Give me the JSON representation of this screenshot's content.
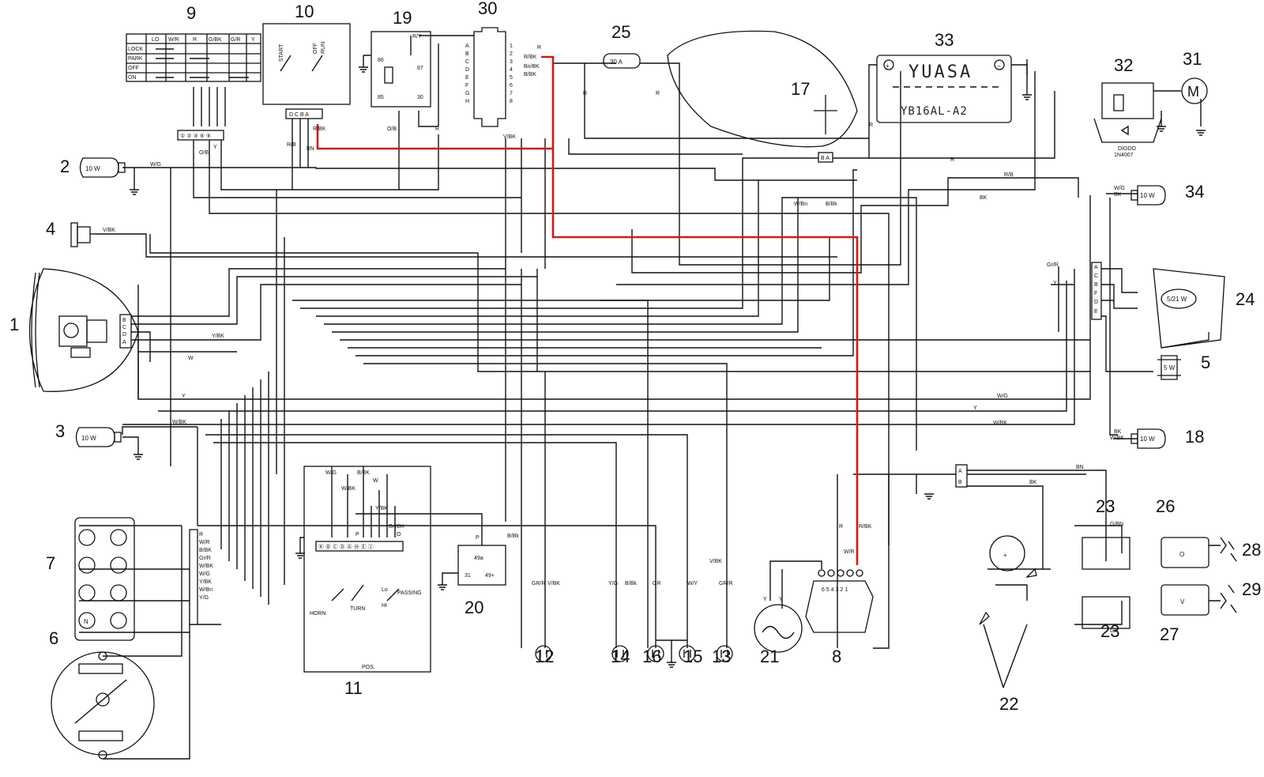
{
  "components": {
    "c1": "1",
    "c2": "2",
    "c3": "3",
    "c4": "4",
    "c5": "5",
    "c6": "6",
    "c7": "7",
    "c8": "8",
    "c9": "9",
    "c10": "10",
    "c11": "11",
    "c12": "12",
    "c13": "13",
    "c14": "14",
    "c15": "15",
    "c16": "16",
    "c17": "17",
    "c18": "18",
    "c19": "19",
    "c20": "20",
    "c21": "21",
    "c22": "22",
    "c23a": "23",
    "c23b": "23",
    "c24": "24",
    "c25": "25",
    "c26": "26",
    "c27": "27",
    "c28": "28",
    "c29": "29",
    "c30": "30",
    "c31": "31",
    "c32": "32",
    "c33": "33",
    "c34": "34"
  },
  "bulbs": {
    "b2": "10 W",
    "b3": "10 W",
    "b34": "10 W",
    "b18": "10 W",
    "b24": "5/21 W",
    "b5": "5 W"
  },
  "fuse": "30 A",
  "battery": {
    "brand": "YUASA",
    "model": "YB16AL-A2"
  },
  "relay32": {
    "diode": "DIODO",
    "diode_part": "1N4007"
  },
  "switch9": {
    "cols": [
      "LO",
      "W/R",
      "R",
      "G/BK",
      "G/R",
      "Y"
    ],
    "rows": [
      "LOCK",
      "PARK",
      "OFF",
      "ON"
    ]
  },
  "switch10": {
    "start": "START",
    "off": "OFF",
    "run": "RUN"
  },
  "relay19": {
    "pins": [
      "86",
      "87",
      "85",
      "30"
    ]
  },
  "flasher20": {
    "pins": [
      "31",
      "49a",
      "49+"
    ]
  },
  "switch11": {
    "horn": "HORN",
    "turn": "TURN",
    "passing": "PASSING",
    "pos": "POS.",
    "lo": "Lo",
    "hi": "HI"
  },
  "wires": {
    "w_ry": "R/Y",
    "w_r": "R",
    "w_rbk": "R/BK",
    "w_bnbk": "Bn/BK",
    "w_bbk": "B/BK",
    "w_wg": "W/G",
    "w_vbk": "V/BK",
    "w_ybk": "Y/BK",
    "w_w": "W",
    "w_y": "Y",
    "w_wbk": "W/BK",
    "w_rb": "R/B",
    "w_ob": "O/B",
    "w_bn": "BN",
    "w_bk": "BK",
    "w_grr": "GR/R",
    "w_yg": "Y/G",
    "w_bbk2": "B/Bk",
    "w_gr": "GR",
    "w_wy": "W/Y",
    "w_wbn": "W/Bn",
    "w_gbn": "G/BN",
    "w_wr": "W/R",
    "w_p": "P",
    "w_gr2": "Gr/R",
    "w_o": "O"
  },
  "connector30": {
    "left": [
      "A",
      "B",
      "C",
      "D",
      "E",
      "F",
      "G",
      "H"
    ],
    "right": [
      "1",
      "2",
      "3",
      "4",
      "5",
      "6",
      "7",
      "8"
    ]
  },
  "regulator8": "6 5 4 3 2 1",
  "connector24": [
    "A",
    "C",
    "B",
    "F",
    "D",
    "E"
  ]
}
